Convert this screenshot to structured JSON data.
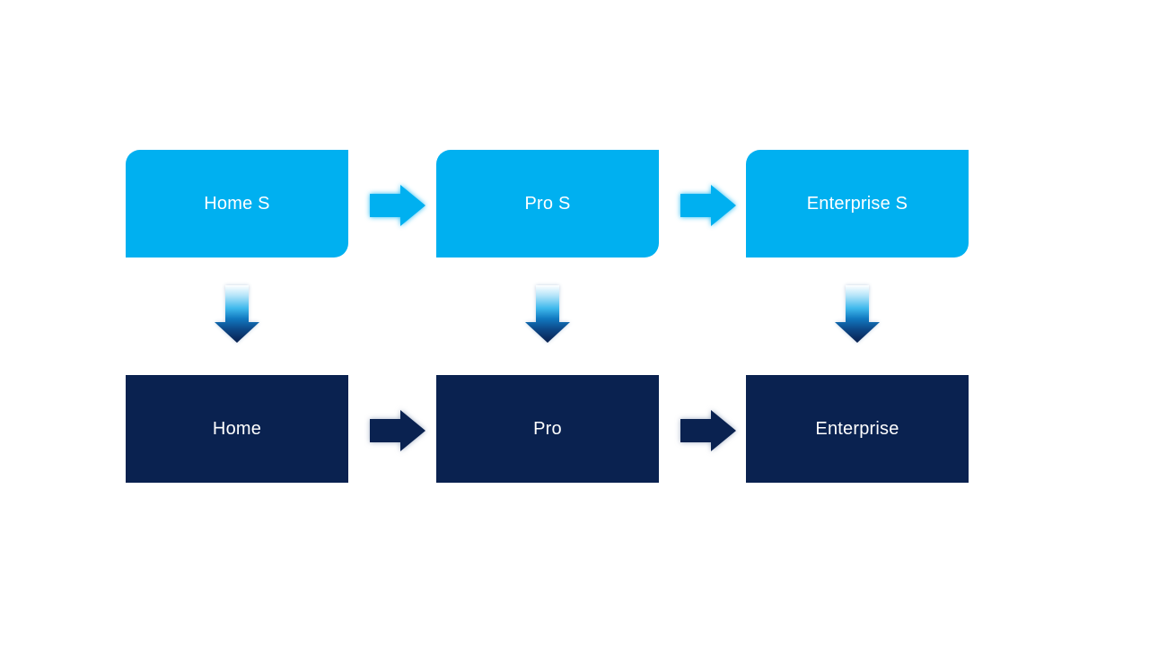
{
  "diagram": {
    "title": "edition-upgrade-flow",
    "background_color": "#ffffff",
    "colors": {
      "top_box_fill": "#00b0f0",
      "bottom_box_fill": "#0a2250",
      "box_text": "#ffffff",
      "top_arrow_fill": "#00b0f0",
      "bottom_arrow_fill": "#0a2250",
      "down_arrow_gradient_top": "#ffffff",
      "down_arrow_gradient_mid": "#3fb9ec",
      "down_arrow_gradient_bottom": "#081f4d"
    },
    "columns": [
      {
        "id": "home",
        "top_label": "Home S",
        "bottom_label": "Home"
      },
      {
        "id": "pro",
        "top_label": "Pro S",
        "bottom_label": "Pro"
      },
      {
        "id": "enterprise",
        "top_label": "Enterprise S",
        "bottom_label": "Enterprise"
      }
    ],
    "edges": [
      {
        "from": "Home S",
        "to": "Pro S",
        "direction": "right"
      },
      {
        "from": "Pro S",
        "to": "Enterprise S",
        "direction": "right"
      },
      {
        "from": "Home S",
        "to": "Home",
        "direction": "down"
      },
      {
        "from": "Pro S",
        "to": "Pro",
        "direction": "down"
      },
      {
        "from": "Enterprise S",
        "to": "Enterprise",
        "direction": "down"
      },
      {
        "from": "Home",
        "to": "Pro",
        "direction": "right"
      },
      {
        "from": "Pro",
        "to": "Enterprise",
        "direction": "right"
      }
    ]
  }
}
